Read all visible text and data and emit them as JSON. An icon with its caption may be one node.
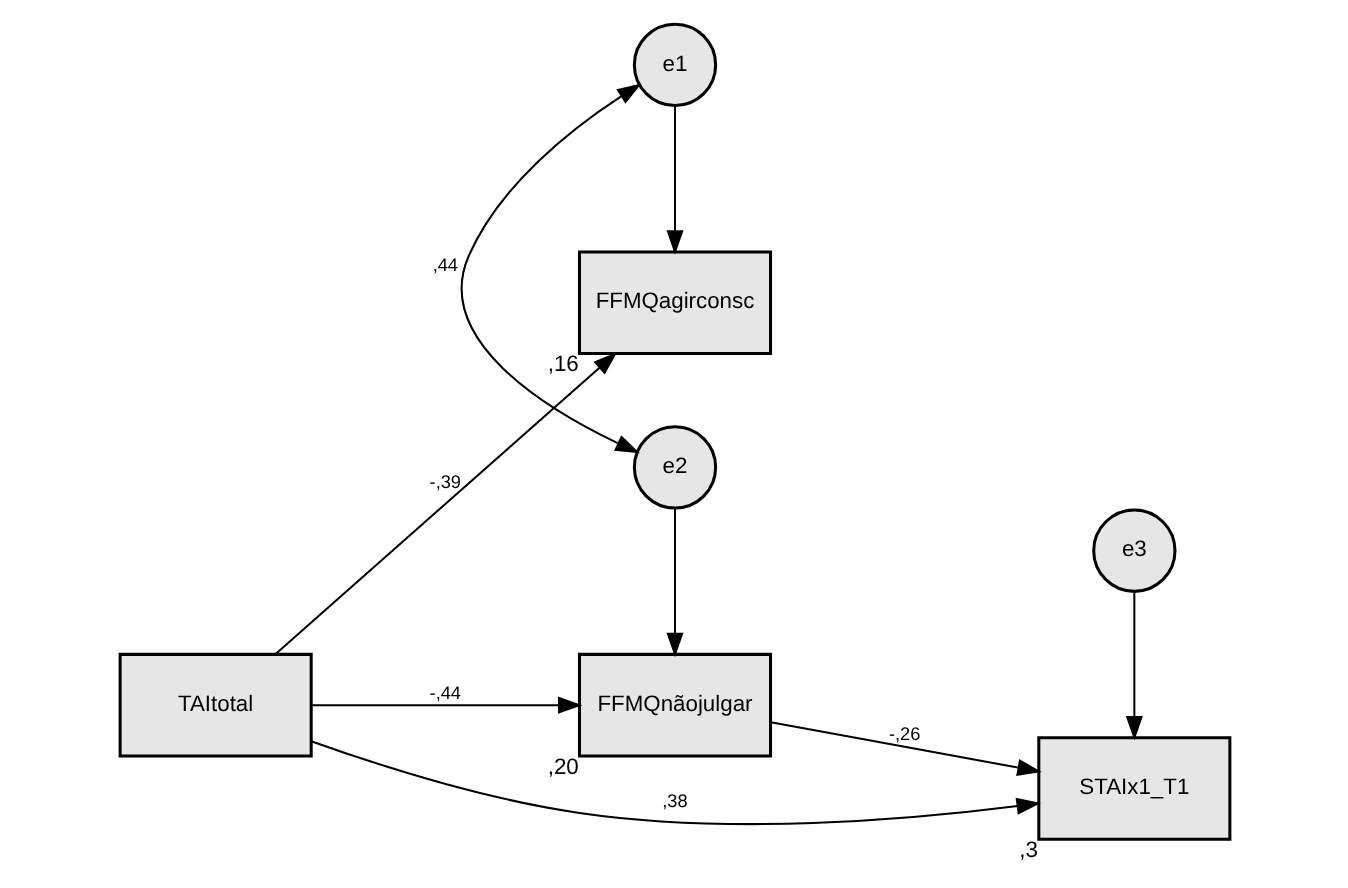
{
  "diagram": {
    "nodes": [
      {
        "text": [
          "TAItotal"
        ]
      },
      {
        "text": [
          "FFMQagirconsc"
        ],
        "beside": [
          ",16"
        ]
      },
      {
        "text": [
          "e1"
        ]
      },
      {
        "text": [
          "e2"
        ]
      },
      {
        "text": [
          "FFMQnãojulgar"
        ],
        "beside": [
          ",20"
        ]
      },
      {
        "text": [
          "e3"
        ]
      },
      {
        "text": [
          "STAIx1_T1"
        ],
        "beside": [
          ",3"
        ]
      }
    ],
    "edges": [
      {
        "from": 0,
        "to": 1,
        "arrow": "to",
        "label": "-,39"
      },
      {
        "from": 2,
        "to": 1,
        "arrow": "to"
      },
      {
        "from": 2,
        "to": 3,
        "arrow": "both",
        "label": ",44"
      },
      {
        "from": 0,
        "to": 6,
        "arrow": "to",
        "label": ",38"
      },
      {
        "from": 0,
        "to": 4,
        "arrow": "to",
        "label": "-,44"
      },
      {
        "from": 3,
        "to": 4,
        "arrow": "to"
      },
      {
        "from": 5,
        "to": 6,
        "arrow": "to"
      },
      {
        "from": 4,
        "to": 6,
        "arrow": "to",
        "label": "-,26"
      }
    ]
  }
}
